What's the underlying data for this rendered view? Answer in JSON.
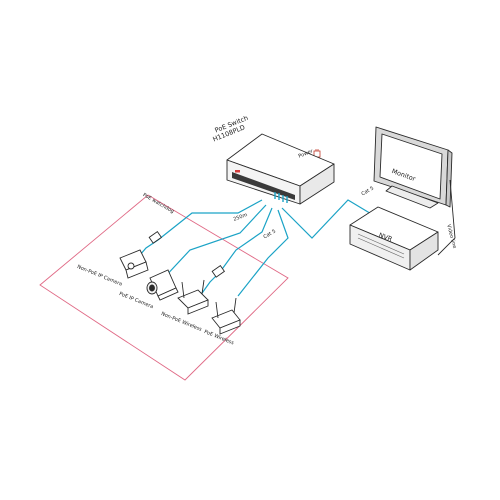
{
  "labels": {
    "switch_title": "PoE Switch",
    "switch_model": "H1108PLD",
    "power": "Power",
    "poe_watchdog": "PoE watchdog",
    "cable_length": "250m",
    "cat5_left": "Cat 5",
    "cat5_right": "Cat 5",
    "monitor": "Monitor",
    "nvr": "NVR",
    "video_line": "Video line",
    "non_poe_ip_camera": "Non-PoE IP Camera",
    "poe_ip_camera": "PoE IP Camera",
    "non_poe_wireless": "Non-PoE Wireless",
    "poe_wireless": "PoE Wireless"
  },
  "colors": {
    "cable": "#1ba3c6",
    "watchdog_border": "#e06a86",
    "outline": "#2a2a2a",
    "device_fill": "#ffffff",
    "shadow": "#cfcfcf",
    "switch_led": "#d33b3b",
    "switch_panel": "#3a3a3a"
  }
}
